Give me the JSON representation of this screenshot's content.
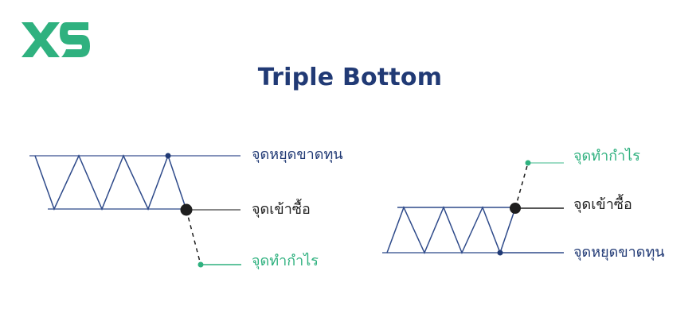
{
  "brand": {
    "logo_text": "XS",
    "logo_color": "#2fb17f"
  },
  "title": "Triple Bottom",
  "colors": {
    "title": "#213a75",
    "pattern_line": "#2e4a8a",
    "level_line": "#7a8db5",
    "entry_dot": "#1e1e1e",
    "stop_dot": "#213a75",
    "profit": "#2fb17f",
    "entry_line": "#888888"
  },
  "left_diagram": {
    "labels": {
      "stop_loss": "จุดหยุดขาดทุน",
      "entry": "จุดเข้าซื้อ",
      "take_profit": "จุดทำกำไร"
    }
  },
  "right_diagram": {
    "labels": {
      "take_profit": "จุดทำกำไร",
      "entry": "จุดเข้าซื้อ",
      "stop_loss": "จุดหยุดขาดทุน"
    }
  }
}
